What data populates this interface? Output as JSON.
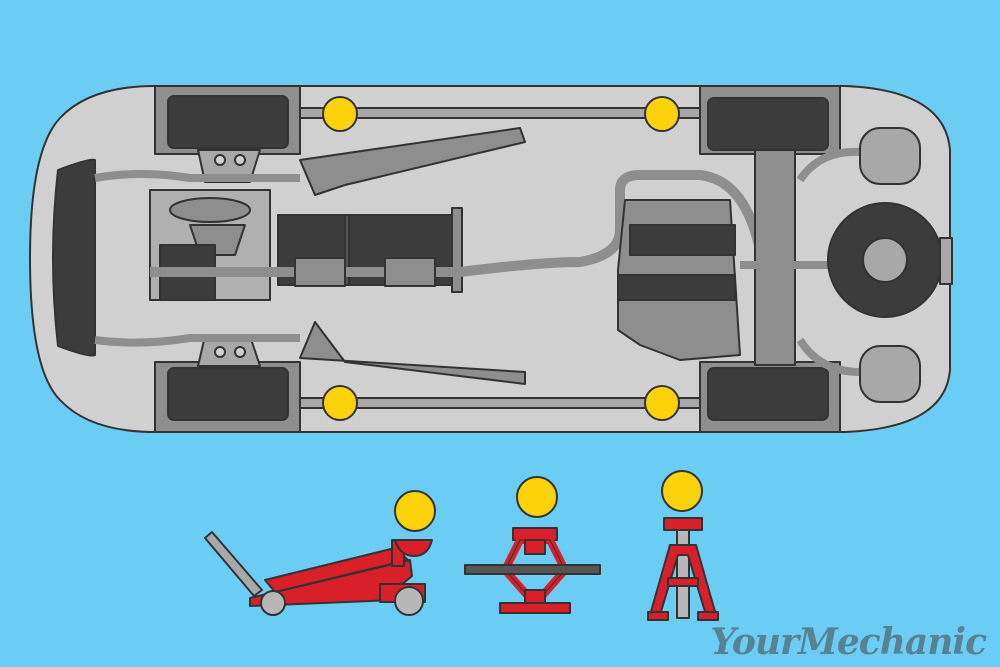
{
  "brand": {
    "watermark": "YourMechanic"
  },
  "colors": {
    "background": "#6ccdf4",
    "car_body": "#d0d0d0",
    "dark_part": "#3c3c3c",
    "mid_part": "#8e8e8e",
    "lift_point": "#fcd20c",
    "jack_red": "#d9202a"
  },
  "car": {
    "view": "underside",
    "lift_point_count": 4
  },
  "tools": [
    {
      "id": "floor-jack",
      "icon": "floor-jack-icon"
    },
    {
      "id": "scissor-jack",
      "icon": "scissor-jack-icon"
    },
    {
      "id": "jack-stand",
      "icon": "jack-stand-icon"
    }
  ]
}
